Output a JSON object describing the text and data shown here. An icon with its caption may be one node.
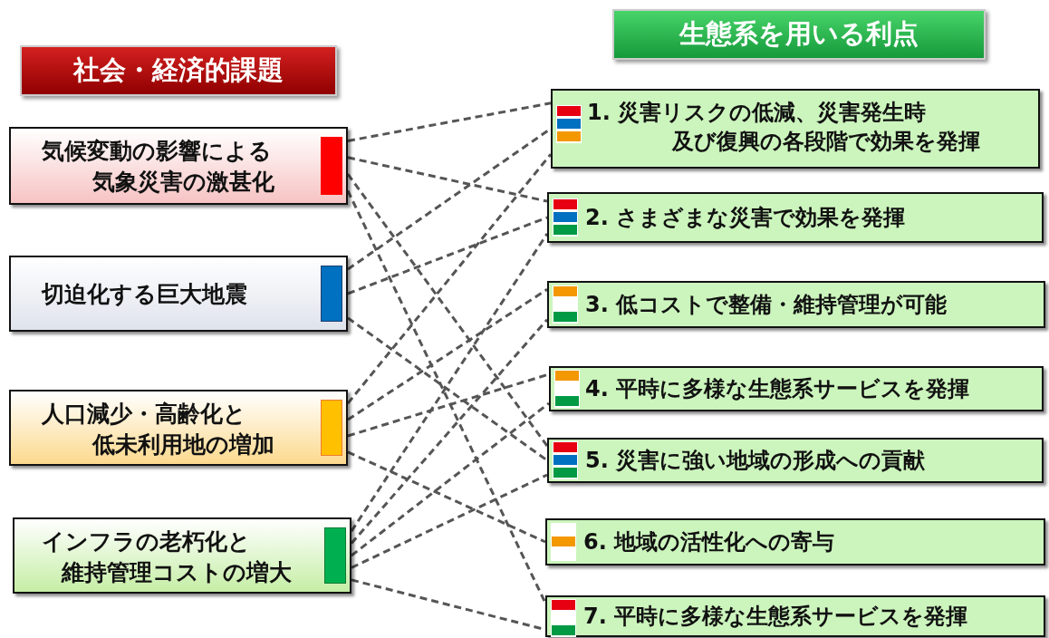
{
  "diagram": {
    "nodes": [
      {
        "text": [
          "気候変動の影響による気象災害の激甚化"
        ]
      },
      {
        "text": [
          "切迫化する巨大地震"
        ]
      },
      {
        "text": [
          "人口減少・高齢化と低未利用地の増加"
        ]
      },
      {
        "text": [
          "インフラの老朽化と維持管理コストの増大"
        ]
      },
      {
        "text": [
          "1. 災害リスクの低減、災害発生時及び復興の各段階で効果を発揮"
        ]
      },
      {
        "text": [
          "2. さまざまな災害で効果を発揮"
        ]
      },
      {
        "text": [
          "3. 低コストで整備・維持管理が可能"
        ]
      },
      {
        "text": [
          "4. 平時に多様な生態系サービスを発揮"
        ]
      },
      {
        "text": [
          "5. 災害に強い地域の形成への貢献"
        ]
      },
      {
        "text": [
          "6. 地域の活性化への寄与"
        ]
      },
      {
        "text": [
          "7. 平時に多様な生態系サービスを発揮"
        ]
      }
    ],
    "edges": [
      {
        "from": 0,
        "to": 4,
        "arrow": "none",
        "style": "dashed"
      },
      {
        "from": 0,
        "to": 5,
        "arrow": "none",
        "style": "dashed"
      },
      {
        "from": 0,
        "to": 8,
        "arrow": "none",
        "style": "dashed"
      },
      {
        "from": 0,
        "to": 10,
        "arrow": "none",
        "style": "dashed"
      },
      {
        "from": 1,
        "to": 4,
        "arrow": "none",
        "style": "dashed"
      },
      {
        "from": 1,
        "to": 5,
        "arrow": "none",
        "style": "dashed"
      },
      {
        "from": 1,
        "to": 8,
        "arrow": "none",
        "style": "dashed"
      },
      {
        "from": 2,
        "to": 4,
        "arrow": "none",
        "style": "dashed"
      },
      {
        "from": 2,
        "to": 6,
        "arrow": "none",
        "style": "dashed"
      },
      {
        "from": 2,
        "to": 7,
        "arrow": "none",
        "style": "dashed"
      },
      {
        "from": 2,
        "to": 9,
        "arrow": "none",
        "style": "dashed"
      },
      {
        "from": 3,
        "to": 5,
        "arrow": "none",
        "style": "dashed"
      },
      {
        "from": 3,
        "to": 6,
        "arrow": "none",
        "style": "dashed"
      },
      {
        "from": 3,
        "to": 7,
        "arrow": "none",
        "style": "dashed"
      },
      {
        "from": 3,
        "to": 8,
        "arrow": "none",
        "style": "dashed"
      },
      {
        "from": 3,
        "to": 10,
        "arrow": "none",
        "style": "dashed"
      }
    ],
    "labels": [
      "生態系を用いる利点",
      "社会・経済的課題"
    ]
  }
}
